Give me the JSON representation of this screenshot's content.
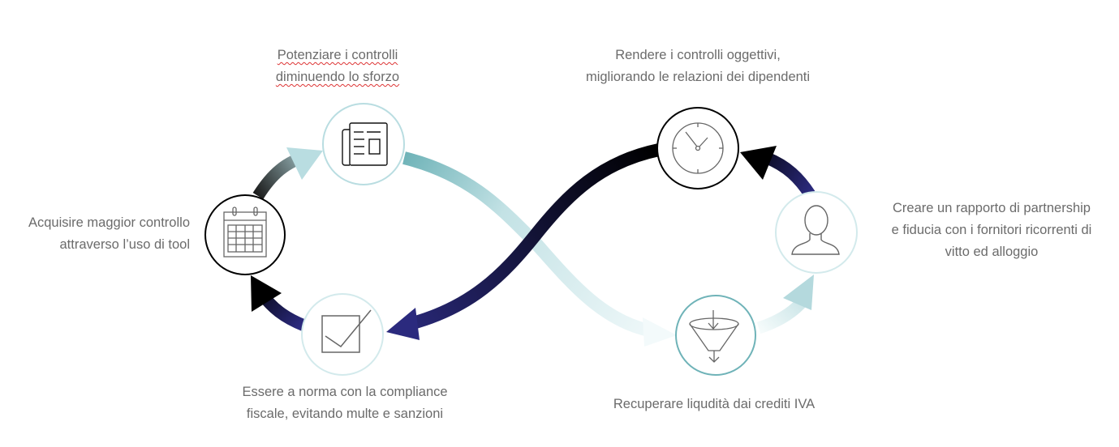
{
  "steps": [
    {
      "id": "newspaper",
      "label": [
        "Potenziare i controlli",
        "diminuendo lo sforzo"
      ],
      "icon": "newspaper-icon"
    },
    {
      "id": "clock",
      "label": [
        "Rendere i controlli oggettivi,",
        "migliorando le relazioni dei dipendenti"
      ],
      "icon": "clock-icon"
    },
    {
      "id": "calendar",
      "label": [
        "Acquisire maggior controllo",
        "attraverso l’uso di tool"
      ],
      "icon": "calendar-icon"
    },
    {
      "id": "person",
      "label": [
        "Creare un rapporto di partnership",
        "e fiducia con i fornitori ricorrenti di",
        "vitto ed alloggio"
      ],
      "icon": "person-icon"
    },
    {
      "id": "check",
      "label": [
        "Essere a norma con la compliance",
        "fiscale, evitando multe e sanzioni"
      ],
      "icon": "checkbox-icon"
    },
    {
      "id": "funnel",
      "label": [
        "Recuperare liqudità dai crediti IVA"
      ],
      "icon": "funnel-icon"
    }
  ],
  "colors": {
    "teal": "#6fb3b8",
    "light_teal": "#bfe0e3",
    "navy": "#2b2a7e",
    "black": "#000000",
    "text": "#6b6b6b"
  }
}
